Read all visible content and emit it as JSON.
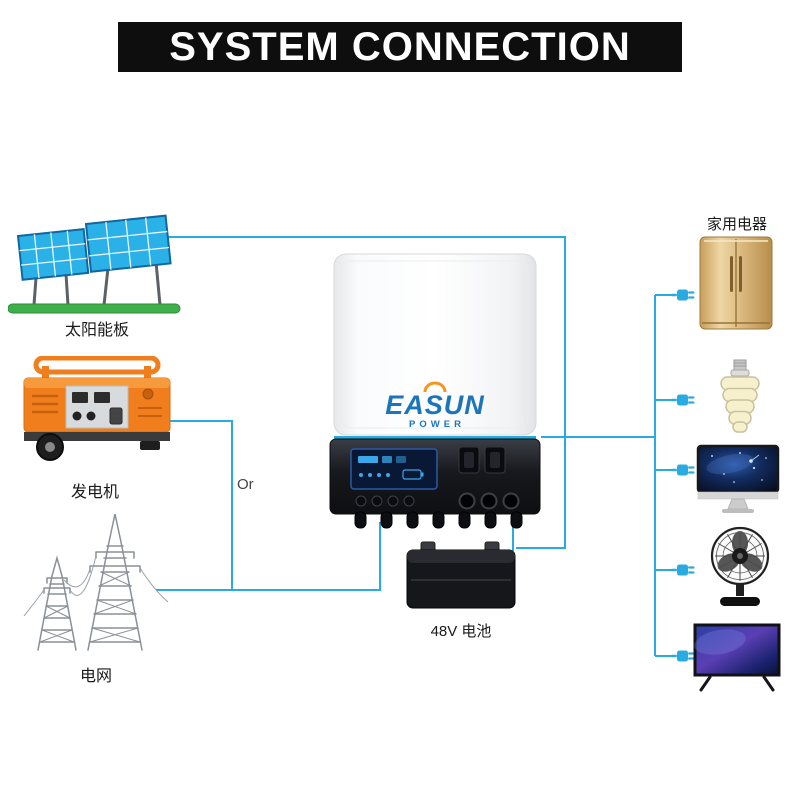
{
  "title": "SYSTEM CONNECTION",
  "colors": {
    "wire": "#29ABE2",
    "banner_bg": "#0E0E0E",
    "brand_blue": "#1B75BC",
    "panel_blue": "#2AB1E8",
    "generator_orange": "#F07E1D",
    "fridge_gold": "#D9B87F",
    "ground_green": "#3FAF4B"
  },
  "labels": {
    "solar": "太阳能板",
    "generator": "发电机",
    "grid": "电网",
    "or": "Or",
    "battery": "48V 电池",
    "appliances": "家用电器"
  },
  "inverter": {
    "brand": "EASUN",
    "brand_sub": "POWER"
  },
  "icons": {
    "solar-panel-icon": "two tilted blue PV panels on green ground",
    "generator-icon": "orange portable fuel generator with wheel",
    "power-grid-icon": "lattice transmission towers",
    "inverter-icon": "white hybrid inverter with black control section",
    "battery-icon": "black 48V battery block with two terminals",
    "fridge-icon": "gold side-by-side refrigerator",
    "cfl-bulb-icon": "spiral energy-saving bulb",
    "monitor-icon": "desktop monitor with space wallpaper",
    "fan-icon": "black electric desk fan",
    "tv-icon": "flat-screen TV on two legs",
    "plug-icon": "cyan power plug connector"
  }
}
